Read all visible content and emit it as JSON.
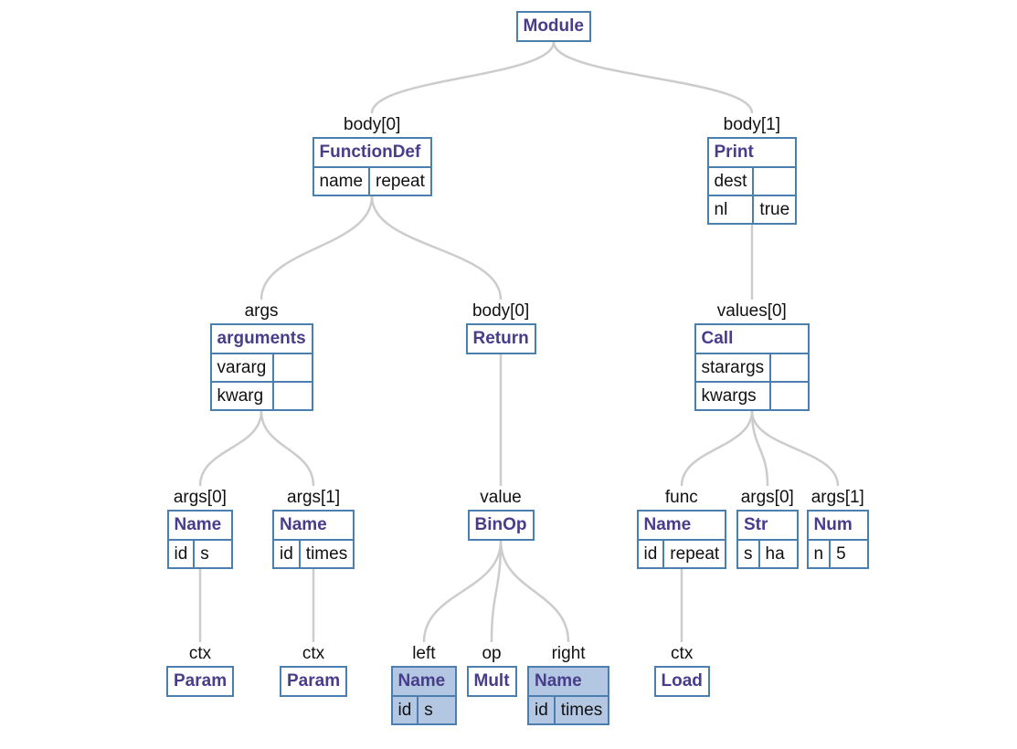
{
  "nodes": {
    "module": {
      "type": "Module"
    },
    "functiondef": {
      "label": "body[0]",
      "type": "FunctionDef",
      "fields": [
        {
          "key": "name",
          "value": "repeat"
        }
      ]
    },
    "print": {
      "label": "body[1]",
      "type": "Print",
      "fields": [
        {
          "key": "dest",
          "value": ""
        },
        {
          "key": "nl",
          "value": "true"
        }
      ]
    },
    "arguments": {
      "label": "args",
      "type": "arguments",
      "fields": [
        {
          "key": "vararg",
          "value": ""
        },
        {
          "key": "kwarg",
          "value": ""
        }
      ]
    },
    "return": {
      "label": "body[0]",
      "type": "Return"
    },
    "call": {
      "label": "values[0]",
      "type": "Call",
      "fields": [
        {
          "key": "starargs",
          "value": ""
        },
        {
          "key": "kwargs",
          "value": ""
        }
      ]
    },
    "name_s": {
      "label": "args[0]",
      "type": "Name",
      "fields": [
        {
          "key": "id",
          "value": "s"
        }
      ]
    },
    "name_times": {
      "label": "args[1]",
      "type": "Name",
      "fields": [
        {
          "key": "id",
          "value": "times"
        }
      ]
    },
    "binop": {
      "label": "value",
      "type": "BinOp"
    },
    "name_repeat": {
      "label": "func",
      "type": "Name",
      "fields": [
        {
          "key": "id",
          "value": "repeat"
        }
      ]
    },
    "str": {
      "label": "args[0]",
      "type": "Str",
      "fields": [
        {
          "key": "s",
          "value": "ha"
        }
      ]
    },
    "num": {
      "label": "args[1]",
      "type": "Num",
      "fields": [
        {
          "key": "n",
          "value": "5"
        }
      ]
    },
    "param_1": {
      "label": "ctx",
      "type": "Param"
    },
    "param_2": {
      "label": "ctx",
      "type": "Param"
    },
    "left_name": {
      "label": "left",
      "type": "Name",
      "highlighted": true,
      "fields": [
        {
          "key": "id",
          "value": "s"
        }
      ]
    },
    "mult": {
      "label": "op",
      "type": "Mult"
    },
    "right_name": {
      "label": "right",
      "type": "Name",
      "highlighted": true,
      "fields": [
        {
          "key": "id",
          "value": "times"
        }
      ]
    },
    "load": {
      "label": "ctx",
      "type": "Load"
    }
  },
  "colors": {
    "node_border": "#4a7fb0",
    "type_text": "#483d8b",
    "highlight_fill": "#b4c7e2",
    "edge": "#cccccc"
  }
}
